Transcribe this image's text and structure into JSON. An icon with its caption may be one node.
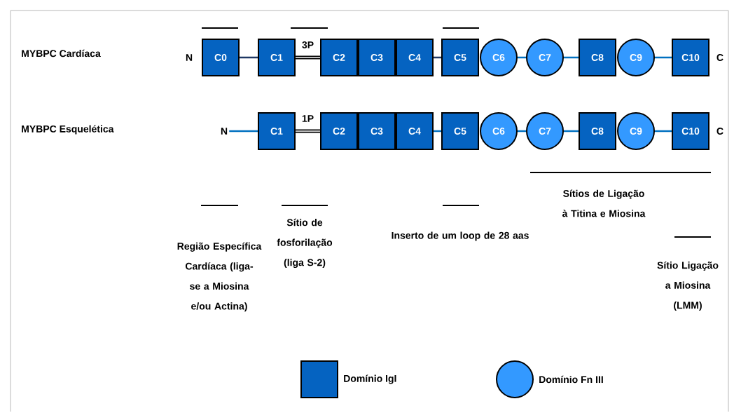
{
  "diagram": {
    "nodes": [
      {
        "text": [
          "N"
        ]
      },
      {
        "text": [
          "C0"
        ]
      },
      {
        "text": [
          "C1"
        ]
      },
      {
        "text": [
          "C2"
        ]
      },
      {
        "text": [
          "C3"
        ]
      },
      {
        "text": [
          "C4"
        ]
      },
      {
        "text": [
          "C5"
        ]
      },
      {
        "text": [
          "C6"
        ]
      },
      {
        "text": [
          "C7"
        ]
      },
      {
        "text": [
          "C8"
        ]
      },
      {
        "text": [
          "C9"
        ]
      },
      {
        "text": [
          "C10"
        ]
      },
      {
        "text": [
          "C"
        ]
      },
      {
        "text": [
          "N"
        ]
      },
      {
        "text": [
          "C1"
        ]
      },
      {
        "text": [
          "C2"
        ]
      },
      {
        "text": [
          "C3"
        ]
      },
      {
        "text": [
          "C4"
        ]
      },
      {
        "text": [
          "C5"
        ]
      },
      {
        "text": [
          "C6"
        ]
      },
      {
        "text": [
          "C7"
        ]
      },
      {
        "text": [
          "C8"
        ]
      },
      {
        "text": [
          "C9"
        ]
      },
      {
        "text": [
          "C10"
        ]
      },
      {
        "text": [
          "C"
        ]
      }
    ],
    "edges": [
      {
        "from": 1,
        "to": 2,
        "arrow": "none",
        "color": "#1f3864"
      },
      {
        "from": 2,
        "to": 3,
        "arrow": "none",
        "label": "3P",
        "style": "thick",
        "color": "#000000"
      },
      {
        "from": 5,
        "to": 6,
        "arrow": "none",
        "color": "#1f3864"
      },
      {
        "from": 7,
        "to": 8,
        "arrow": "none"
      },
      {
        "from": 8,
        "to": 9,
        "arrow": "none"
      },
      {
        "from": 10,
        "to": 11,
        "arrow": "none"
      },
      {
        "from": 13,
        "to": 14,
        "arrow": "none"
      },
      {
        "from": 14,
        "to": 15,
        "arrow": "none",
        "label": "1P",
        "style": "thick",
        "color": "#000000"
      },
      {
        "from": 17,
        "to": 18,
        "arrow": "none"
      },
      {
        "from": 19,
        "to": 20,
        "arrow": "none"
      },
      {
        "from": 20,
        "to": 21,
        "arrow": "none"
      },
      {
        "from": 22,
        "to": 23,
        "arrow": "none"
      }
    ],
    "labels": [
      "MYBPC Cardíaca",
      "MYBPC Esquelética",
      "Sítios de Ligação à Titina e Miosina",
      "Região Específica Cardíaca (liga-se a Miosina e/ou Actina)",
      "Sítio de fosforilação (liga S-2)",
      "Inserto de um loop de 28 aas",
      "Sítio Ligação a Miosina (LMM)"
    ],
    "legend": [
      {
        "text": "Domínio IgI",
        "color": "#0563c1"
      },
      {
        "text": "Domínio Fn III",
        "color": "#3399ff"
      }
    ]
  }
}
